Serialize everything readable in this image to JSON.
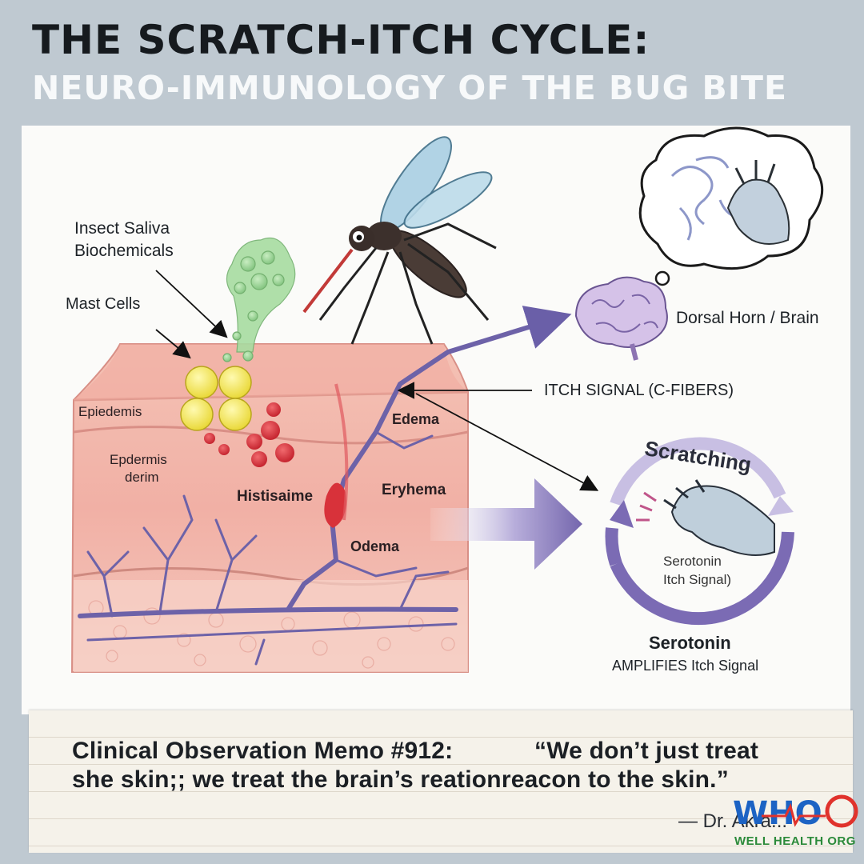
{
  "title": {
    "main": "THE SCRATCH-ITCH CYCLE:",
    "sub": "NEURO-IMMUNOLOGY OF THE BUG BITE"
  },
  "labels": {
    "insect_saliva_line1": "Insect Saliva",
    "insect_saliva_line2": "Biochemicals",
    "mast_cells": "Mast Cells",
    "epiedemis": "Epiedemis",
    "epdermis_line1": "Epdermis",
    "epdermis_line2": "derim",
    "histisaime": "Histisaime",
    "edema": "Edema",
    "eryhema": "Eryhema",
    "odema": "Odema",
    "dorsal_horn": "Dorsal Horn / Brain",
    "itch_signal": "ITCH SIGNAL (C-FIBERS)",
    "scratching": "Scratching",
    "inner_serotonin_line1": "Serotonin",
    "inner_serotonin_line2": "Itch Signal)",
    "serotonin": "Serotonin",
    "amplifies": "AMPLIFIES Itch Signal"
  },
  "memo": {
    "line1_left": "Clinical Observation Memo #912:",
    "line1_right": "“We don’t just treat",
    "line2": "she skin;;  we treat the brain’s reationreacon to the skin.”",
    "attribution": "— Dr. Akra..."
  },
  "logo": {
    "letters": "WHO",
    "text": "WELL HEALTH ORG"
  },
  "colors": {
    "background": "#bfc9d1",
    "skin": "#f3b9ae",
    "nerve": "#7a6aa6",
    "mast_cell": "#f2e53f",
    "red_cell": "#d8323a",
    "saliva": "#8fce8a",
    "cycle_arrow": "#8b7cbd",
    "logo_blue": "#1c63c4",
    "logo_red": "#e0322c",
    "logo_green": "#2b8a3a"
  },
  "icons": [
    "mosquito-icon",
    "brain-icon",
    "thought-bubble-icon",
    "scratching-hand-icon",
    "mast-cell-icon",
    "red-blood-cell-icon",
    "saliva-cloud-icon"
  ]
}
